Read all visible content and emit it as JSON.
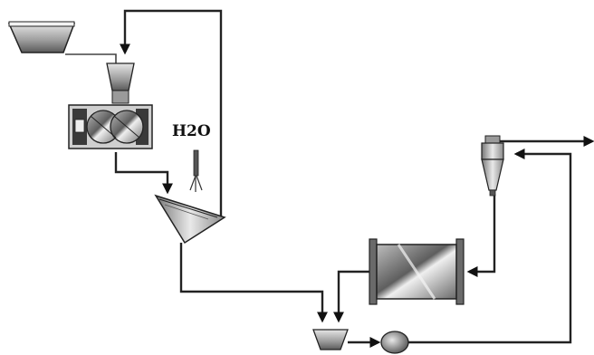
{
  "labels": {
    "water": "H2O"
  },
  "equipment": {
    "feed_bin": "feed-bin",
    "crusher": "roll-crusher",
    "water_nozzle": "water-spray",
    "screen": "vibrating-screen",
    "ball_mill": "ball-mill",
    "sump": "sump-hopper",
    "pump": "slurry-pump",
    "cyclone": "hydrocyclone"
  },
  "colors": {
    "line": "#222222",
    "equipment_dark": "#3a3a3a",
    "equipment_mid": "#8c8c8c",
    "equipment_light": "#d9d9d9"
  }
}
